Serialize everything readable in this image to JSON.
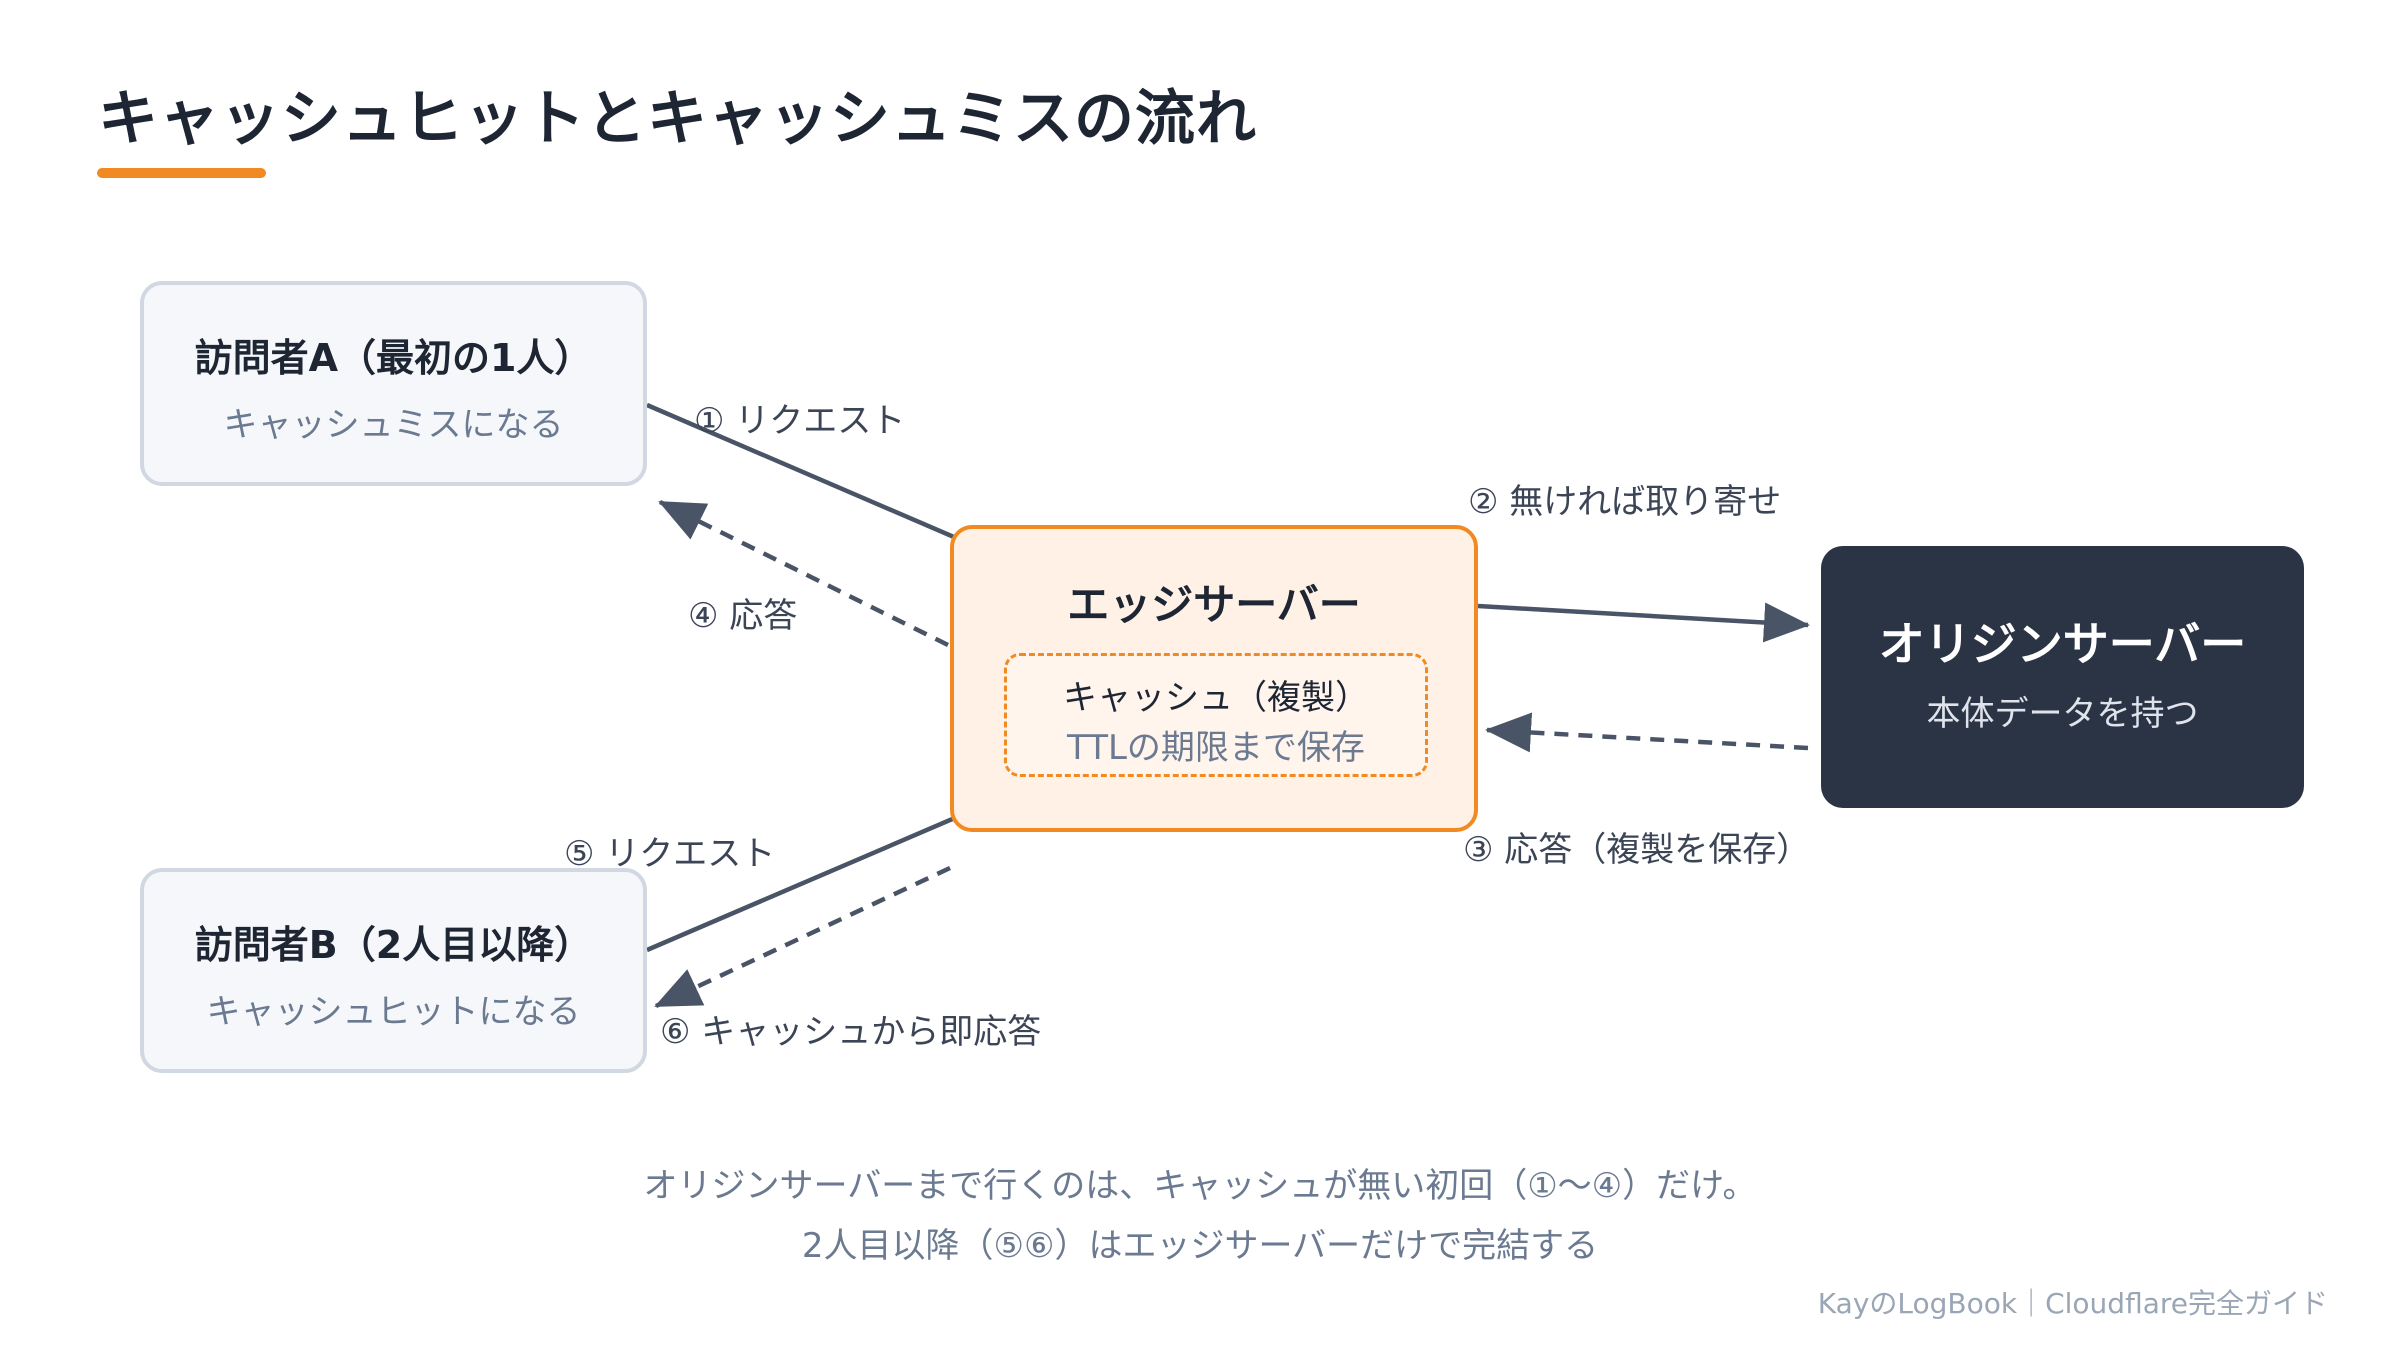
{
  "title": "キャッシュヒットとキャッシュミスの流れ",
  "colors": {
    "accent": "#f18a23",
    "arrow": "#4a5467",
    "origin_bg": "#2b3445",
    "visitor_bg": "#f5f7fa",
    "edge_bg": "#fff1e6",
    "muted_text": "#6b7a90"
  },
  "visitor_a": {
    "name": "訪問者A（最初の1人）",
    "sub": "キャッシュミスになる"
  },
  "visitor_b": {
    "name": "訪問者B（2人目以降）",
    "sub": "キャッシュヒットになる"
  },
  "edge_server": {
    "name": "エッジサーバー",
    "cache_title": "キャッシュ（複製）",
    "cache_sub": "TTLの期限まで保存"
  },
  "origin_server": {
    "name": "オリジンサーバー",
    "sub": "本体データを持つ"
  },
  "flow_labels": {
    "step1": "① リクエスト",
    "step2": "② 無ければ取り寄せ",
    "step3": "③ 応答（複製を保存）",
    "step4": "④ 応答",
    "step5": "⑤ リクエスト",
    "step6": "⑥ キャッシュから即応答"
  },
  "note": {
    "line1": "オリジンサーバーまで行くのは、キャッシュが無い初回（①〜④）だけ。",
    "line2": "2人目以降（⑤⑥）はエッジサーバーだけで完結する"
  },
  "footer": "KayのLogBook｜Cloudflare完全ガイド"
}
